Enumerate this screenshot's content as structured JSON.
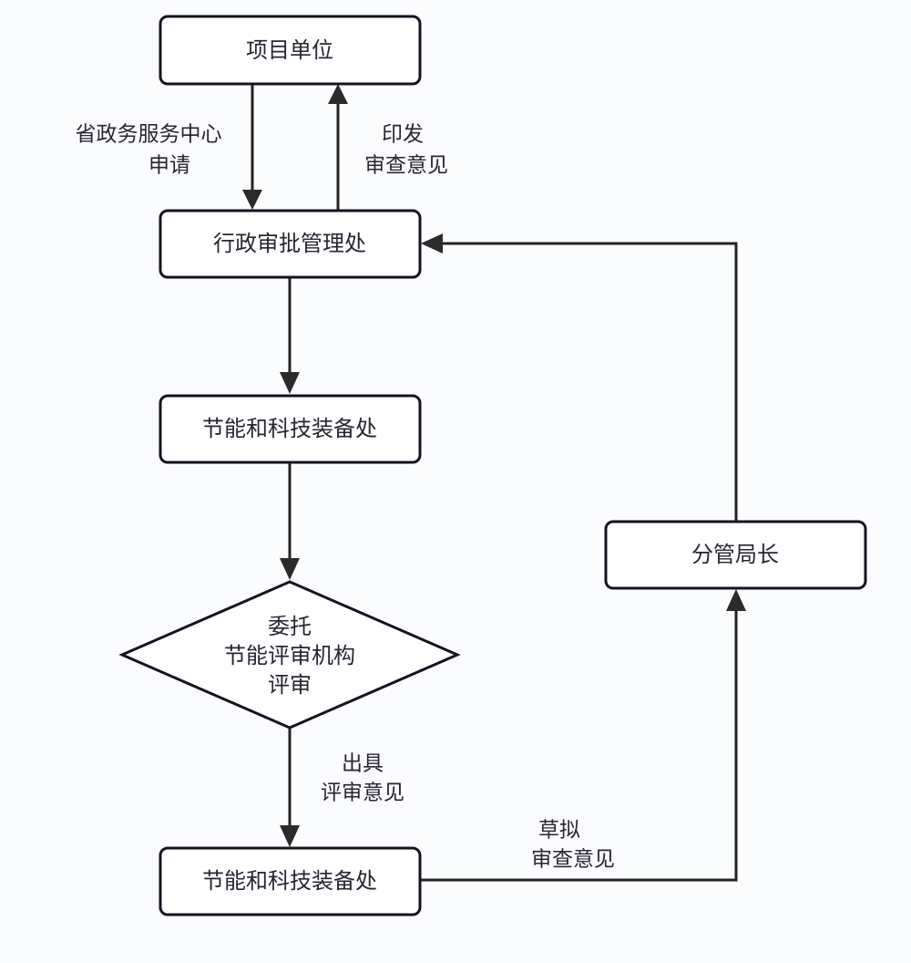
{
  "diagram": {
    "nodes": {
      "project_unit": {
        "label": "项目单位",
        "shape": "rounded-rect"
      },
      "admin_approval": {
        "label": "行政审批管理处",
        "shape": "rounded-rect"
      },
      "energy_tech_1": {
        "label": "节能和科技装备处",
        "shape": "rounded-rect"
      },
      "review_decision": {
        "lines": [
          "委托",
          "节能评审机构",
          "评审"
        ],
        "shape": "diamond"
      },
      "energy_tech_2": {
        "label": "节能和科技装备处",
        "shape": "rounded-rect"
      },
      "deputy_director": {
        "label": "分管局长",
        "shape": "rounded-rect"
      }
    },
    "edges": {
      "apply": {
        "from": "project_unit",
        "to": "admin_approval",
        "lines": [
          "省政务服务中心",
          "申请"
        ]
      },
      "issue": {
        "from": "admin_approval",
        "to": "project_unit",
        "lines": [
          "印发",
          "审查意见"
        ]
      },
      "to_energy_tech": {
        "from": "admin_approval",
        "to": "energy_tech_1"
      },
      "to_review": {
        "from": "energy_tech_1",
        "to": "review_decision"
      },
      "review_result": {
        "from": "review_decision",
        "to": "energy_tech_2",
        "lines": [
          "出具",
          "评审意见"
        ]
      },
      "draft": {
        "from": "energy_tech_2",
        "to": "deputy_director",
        "lines": [
          "草拟",
          "审查意见"
        ]
      },
      "back_to_admin": {
        "from": "deputy_director",
        "to": "admin_approval"
      }
    },
    "colors": {
      "stroke": "#161320",
      "text": "#2a2433",
      "background": "#fbfcfe"
    }
  }
}
